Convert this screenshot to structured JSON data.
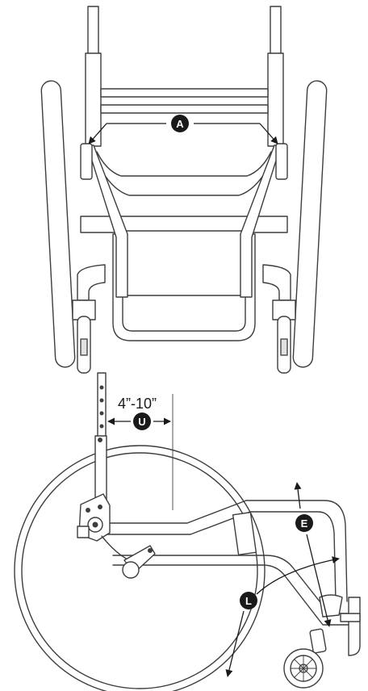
{
  "front_view": {
    "callout": "A"
  },
  "side_view": {
    "measurement_label": "4”-10”",
    "callout_backrest_offset": "U",
    "callout_angle": "E",
    "callout_wheel": "L"
  }
}
